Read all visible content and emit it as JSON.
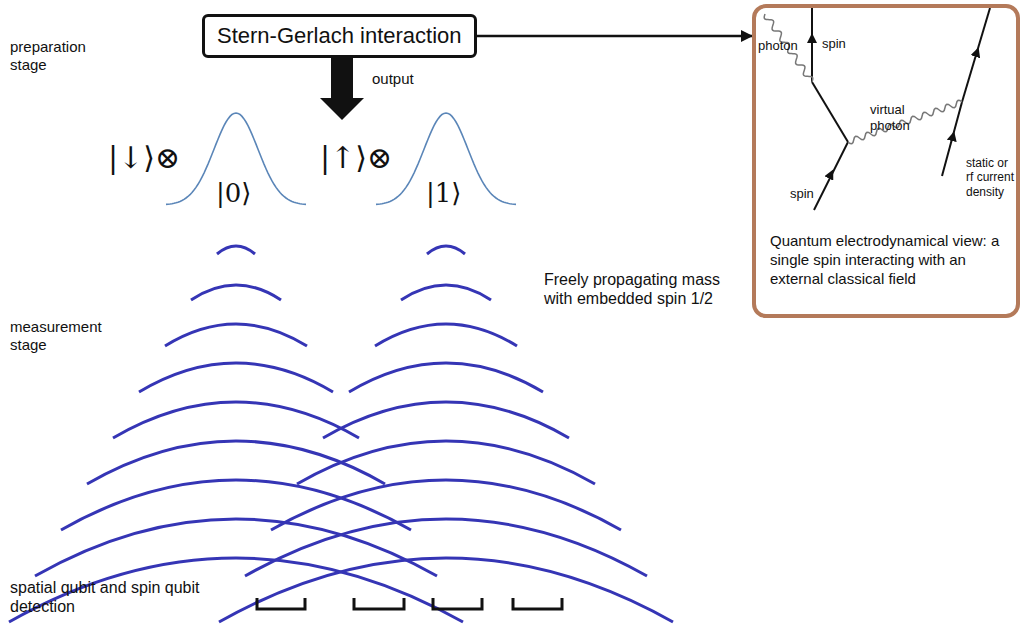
{
  "diagram": {
    "nodes": [
      {
        "text": [
          "Stern-Gerlach interaction"
        ]
      },
      {
        "text": [
          "Quantum electrodynamical view: a single spin interacting with an external classical field"
        ]
      }
    ],
    "edges": [
      {
        "from": 0,
        "to": 1,
        "arrow": "to"
      }
    ],
    "labels": [
      "preparation stage",
      "output",
      "|↓⟩⊗",
      "|0⟩",
      "|↑⟩⊗",
      "|1⟩",
      "measurement stage",
      "Freely propagating mass with embedded spin 1/2",
      "spatial qubit and spin qubit detection",
      "photon",
      "spin",
      "virtual photon",
      "spin",
      "static or rf current density"
    ]
  }
}
